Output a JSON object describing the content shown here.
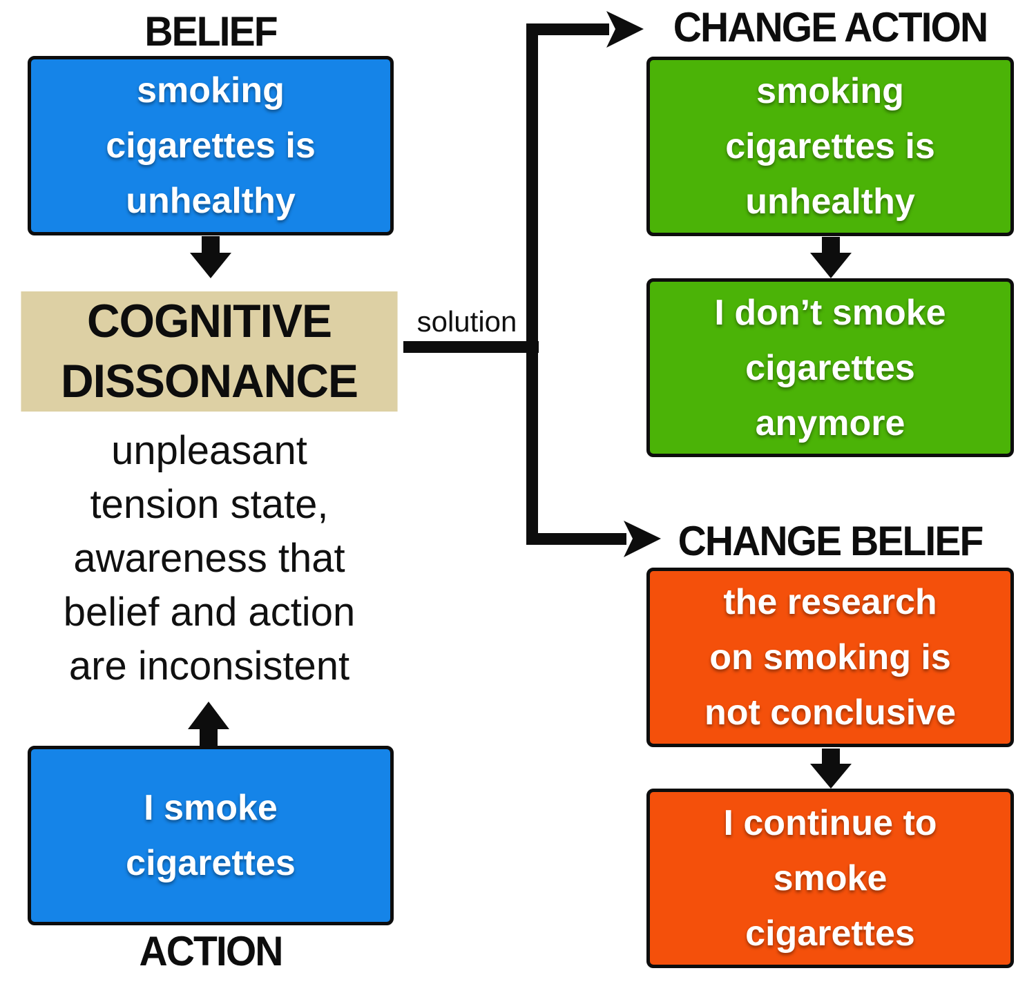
{
  "colors": {
    "blue": "#1584e8",
    "green": "#4bb307",
    "orange": "#f4500b",
    "tan": "#ddd0a4",
    "line_black": "#0d0d0d",
    "text_white": "#ffffff"
  },
  "left_column": {
    "belief_heading": "BELIEF",
    "belief_box_text": "smoking\ncigarettes is\nunhealthy",
    "action_box_text": "I smoke\ncigarettes",
    "action_heading": "ACTION"
  },
  "center": {
    "dissonance_title": "COGNITIVE\nDISSONANCE",
    "dissonance_description": "unpleasant\ntension state,\nawareness that\nbelief and action\nare inconsistent",
    "solution_label": "solution"
  },
  "right_column": {
    "change_action_heading": "CHANGE ACTION",
    "change_action_box1_text": "smoking\ncigarettes is\nunhealthy",
    "change_action_box2_text": "I don’t smoke\ncigarettes\nanymore",
    "change_belief_heading": "CHANGE BELIEF",
    "change_belief_box1_text": "the research\non smoking is\nnot conclusive",
    "change_belief_box2_text": "I continue to\nsmoke\ncigarettes"
  }
}
